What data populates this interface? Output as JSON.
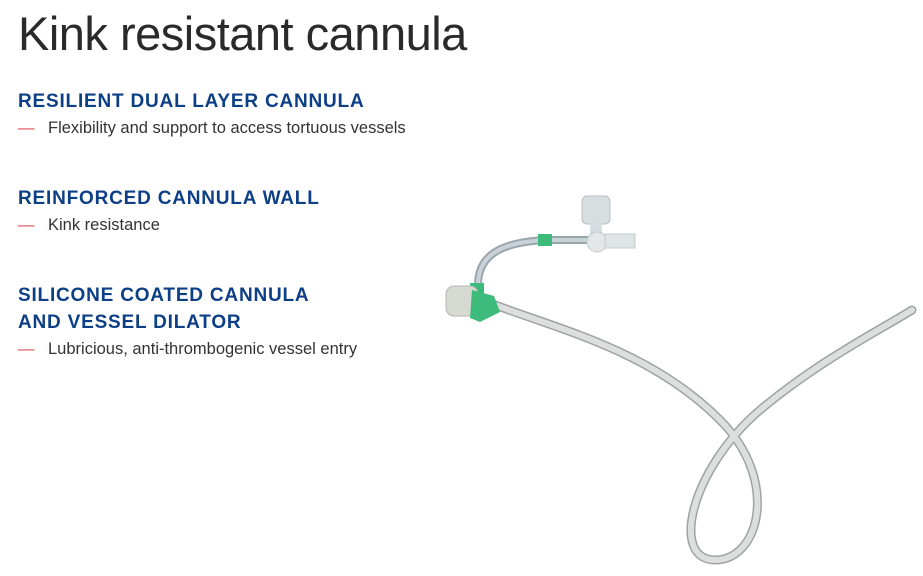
{
  "title": "Kink resistant cannula",
  "sections": [
    {
      "heading": "RESILIENT DUAL LAYER CANNULA",
      "bullet": "Flexibility and support to access tortuous vessels"
    },
    {
      "heading": "REINFORCED CANNULA WALL",
      "bullet": "Kink resistance"
    },
    {
      "heading_line1": "SILICONE COATED CANNULA",
      "heading_line2": "AND VESSEL DILATOR",
      "bullet": "Lubricious, anti-thrombogenic vessel entry"
    }
  ],
  "bullet_marker": "—",
  "colors": {
    "heading": "#0d3f86",
    "bullet_marker": "#e0505a",
    "accent_green": "#3dbb7a"
  }
}
